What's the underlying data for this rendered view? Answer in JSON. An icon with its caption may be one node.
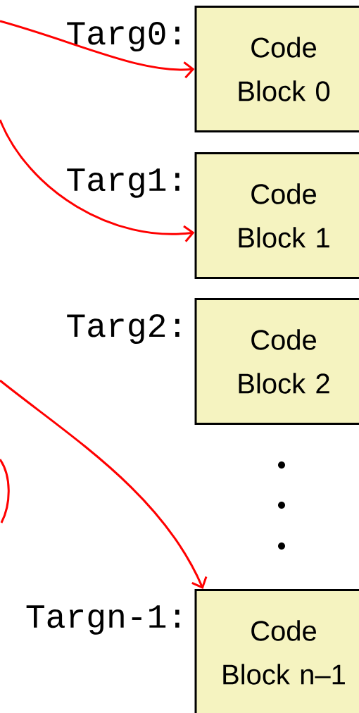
{
  "diagram": {
    "nodes": [
      {
        "text": [
          "Code Block 0"
        ],
        "beside": [
          "Targ0:"
        ]
      },
      {
        "text": [
          "Code Block 1"
        ],
        "beside": [
          "Targ1:"
        ]
      },
      {
        "text": [
          "Code Block 2"
        ],
        "beside": [
          "Targ2:"
        ]
      },
      {
        "text": [
          "Code Block n–1"
        ],
        "beside": [
          "Targn-1:"
        ]
      }
    ],
    "edges": [
      {
        "from": null,
        "to": 0,
        "arrow": "to"
      },
      {
        "from": null,
        "to": 1,
        "arrow": "to"
      },
      {
        "from": null,
        "to": 3,
        "arrow": "to"
      }
    ]
  }
}
